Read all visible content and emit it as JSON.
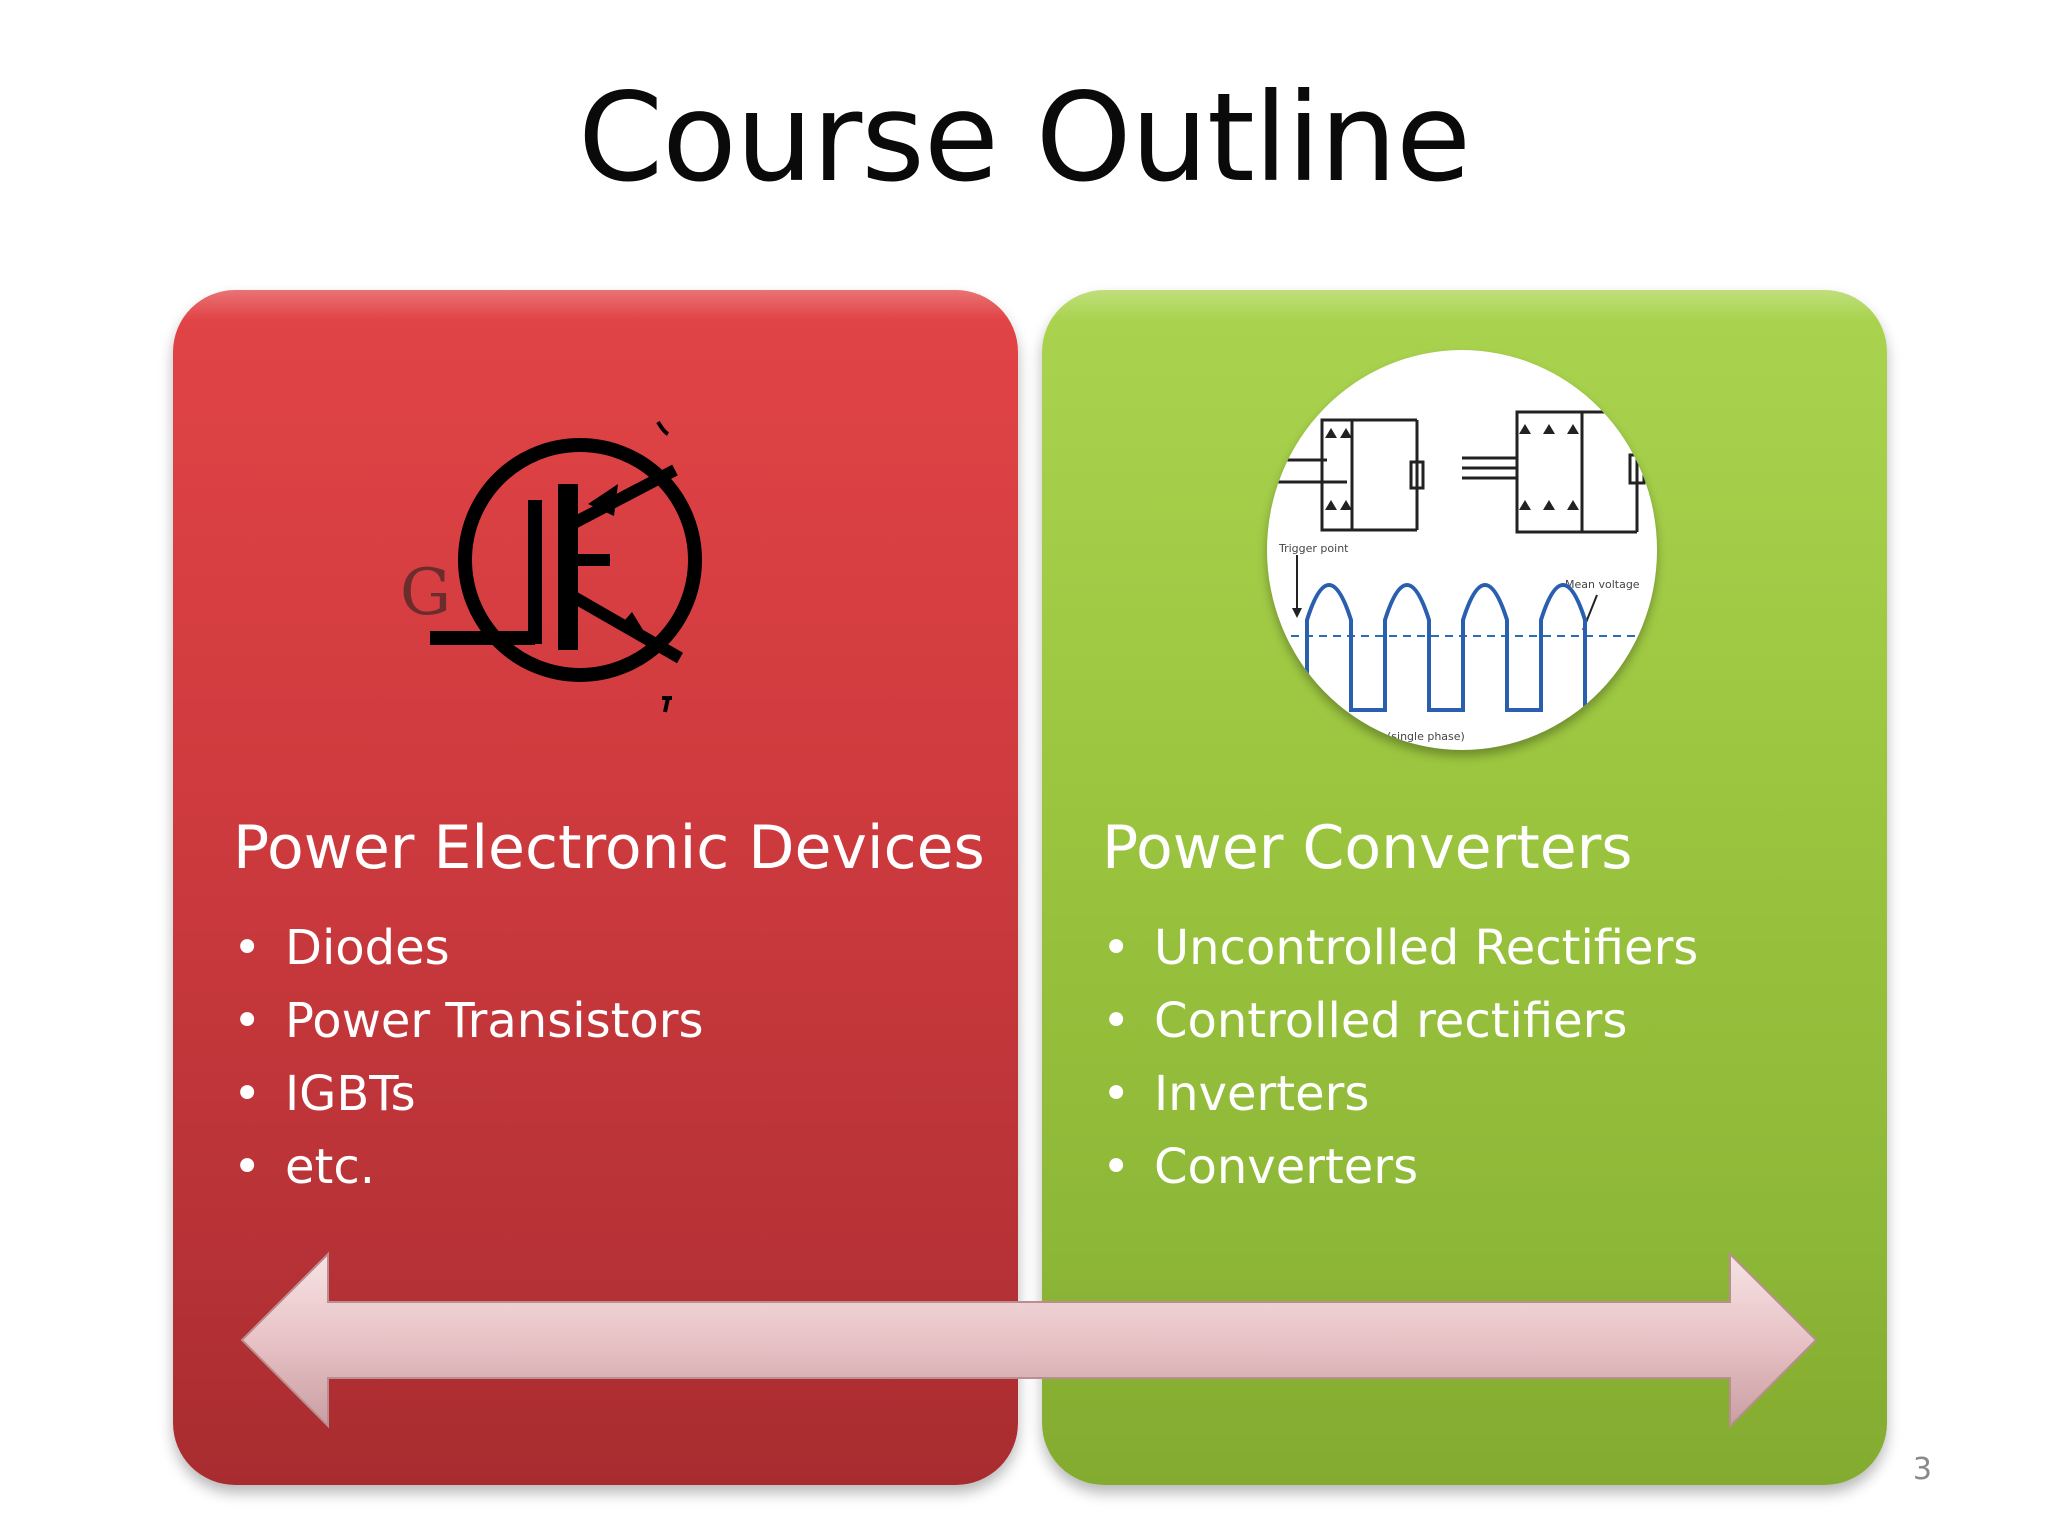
{
  "slide": {
    "title": "Course Outline",
    "page_number": "3"
  },
  "left_panel": {
    "heading": "Power Electronic Devices",
    "items": [
      "Diodes",
      "Power Transistors",
      "IGBTs",
      "etc."
    ],
    "color": "#d03b3f",
    "icon": "igbt-symbol-icon"
  },
  "right_panel": {
    "heading": "Power Converters",
    "items": [
      "Uncontrolled Rectifiers",
      "Controlled rectifiers",
      "Inverters",
      "Converters"
    ],
    "color": "#9cc63f",
    "icon": "rectifier-circuit-icon"
  },
  "arrow": {
    "icon": "double-headed-arrow-icon",
    "color": "#e8c3c6"
  }
}
